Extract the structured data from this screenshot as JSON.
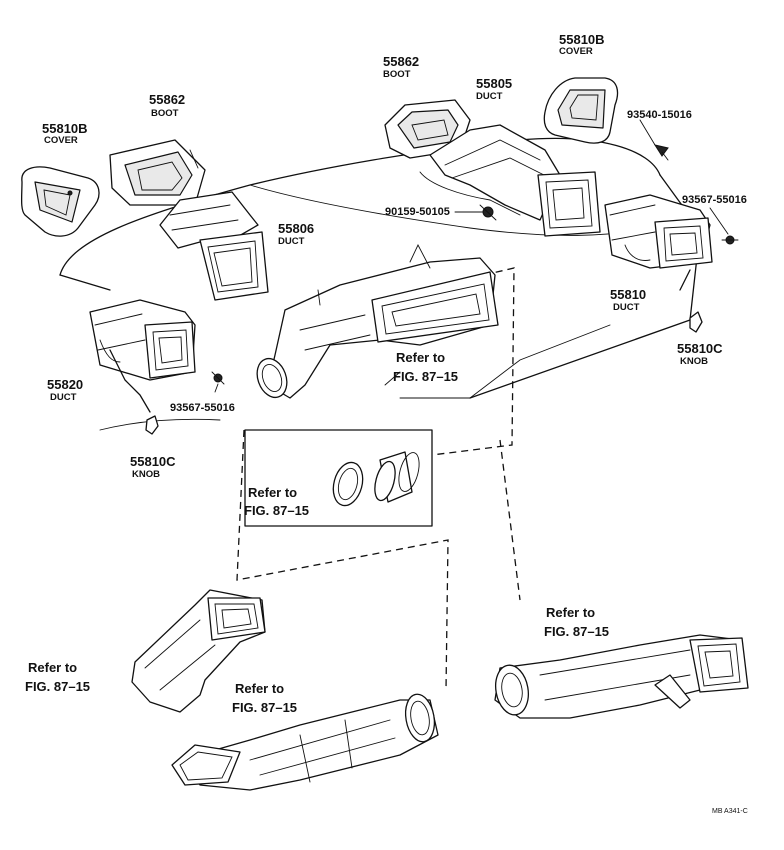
{
  "parts": {
    "cover_left": {
      "number": "55810B",
      "name": "COVER"
    },
    "boot_left": {
      "number": "55862",
      "name": "BOOT"
    },
    "boot_center": {
      "number": "55862",
      "name": "BOOT"
    },
    "duct_center": {
      "number": "55805",
      "name": "DUCT"
    },
    "cover_right": {
      "number": "55810B",
      "name": "COVER"
    },
    "screw_top_right": {
      "number": "93540-15016"
    },
    "clip_center": {
      "number": "90159-50105"
    },
    "screw_right": {
      "number": "93567-55016"
    },
    "duct_left_center": {
      "number": "55806",
      "name": "DUCT"
    },
    "duct_right": {
      "number": "55810",
      "name": "DUCT"
    },
    "knob_right": {
      "number": "55810C",
      "name": "KNOB"
    },
    "duct_left": {
      "number": "55820",
      "name": "DUCT"
    },
    "screw_left": {
      "number": "93567-55016"
    },
    "knob_left": {
      "number": "55810C",
      "name": "KNOB"
    }
  },
  "references": {
    "center": {
      "line1": "Refer to",
      "line2": "FIG. 87–15"
    },
    "box": {
      "line1": "Refer to",
      "line2": "FIG. 87–15"
    },
    "lower_left": {
      "line1": "Refer to",
      "line2": "FIG. 87–15"
    },
    "lower_center": {
      "line1": "Refer to",
      "line2": "FIG. 87–15"
    },
    "lower_right": {
      "line1": "Refer to",
      "line2": "FIG. 87–15"
    }
  },
  "footer_code": "MB  A341-C"
}
